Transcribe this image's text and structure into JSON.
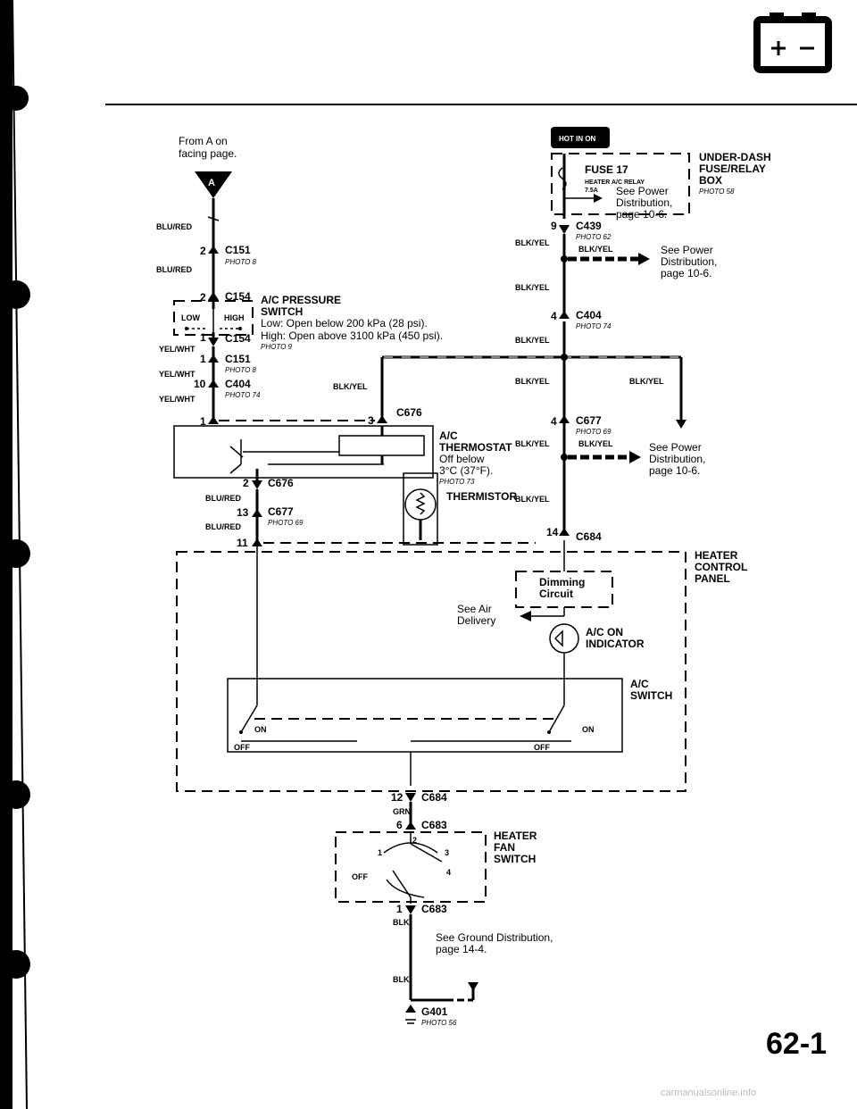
{
  "header": {
    "battery_icon": "battery-icon"
  },
  "source": {
    "from_line1": "From A on",
    "from_line2": "facing page.",
    "connector_letter": "A"
  },
  "hot_badge": "HOT IN ON",
  "fuse_box": {
    "title1": "UNDER-DASH",
    "title2": "FUSE/RELAY",
    "title3": "BOX",
    "photo": "PHOTO 58",
    "fuse": "FUSE 17",
    "fuse_desc": "HEATER A/C RELAY",
    "fuse_rating": "7.5A",
    "see1": "See Power",
    "see2": "Distribution,",
    "see3": "page 10-6."
  },
  "connectors": {
    "c151a": "C151",
    "c151a_photo": "PHOTO 8",
    "c151a_pin": "2",
    "c154a": "C154",
    "c154a_pin": "2",
    "c154b": "C154",
    "c154b_pin": "1",
    "c151b": "C151",
    "c151b_photo": "PHOTO 8",
    "c151b_pin": "1",
    "c404a": "C404",
    "c404a_photo": "PHOTO 74",
    "c404a_pin": "10",
    "c676a": "C676",
    "c676a_pin": "3",
    "c676b": "C676",
    "c676b_pin": "2",
    "c677a": "C677",
    "c677a_photo": "PHOTO 69",
    "c677a_pin": "13",
    "pin11": "11",
    "c439": "C439",
    "c439_photo": "PHOTO 62",
    "c439_pin": "9",
    "c404b": "C404",
    "c404b_photo": "PHOTO 74",
    "c404b_pin": "4",
    "c677b": "C677",
    "c677b_photo": "PHOTO 69",
    "c677b_pin": "4",
    "c684a": "C684",
    "c684a_pin": "14",
    "c684b": "C684",
    "c684b_pin": "12",
    "c683a": "C683",
    "c683a_pin": "6",
    "c683b": "C683",
    "c683b_pin": "1",
    "g401": "G401",
    "g401_photo": "PHOTO 56"
  },
  "wires": {
    "blu_red": "BLU/RED",
    "yel_wht": "YEL/WHT",
    "blk_yel": "BLK/YEL",
    "grn": "GRN",
    "blk": "BLK"
  },
  "pressure_switch": {
    "title1": "A/C PRESSURE",
    "title2": "SWITCH",
    "low": "Low: Open below 200 kPa (28 psi).",
    "high": "High: Open above 3100 kPa (450 psi).",
    "photo": "PHOTO 9",
    "low_tag": "LOW",
    "high_tag": "HIGH"
  },
  "power_note_1": {
    "l1": "See Power",
    "l2": "Distribution,",
    "l3": "page 10-6."
  },
  "power_note_2": {
    "l1": "See Power",
    "l2": "Distribution,",
    "l3": "page 10-6."
  },
  "thermostat": {
    "l1": "A/C",
    "l2": "THERMOSTAT",
    "l3": "Off below",
    "l4": "3°C (37°F).",
    "photo": "PHOTO 73"
  },
  "thermistor": "THERMISTOR",
  "heater_panel": {
    "l1": "HEATER",
    "l2": "CONTROL",
    "l3": "PANEL"
  },
  "dimming": {
    "l1": "Dimming",
    "l2": "Circuit"
  },
  "air_delivery": {
    "l1": "See Air",
    "l2": "Delivery"
  },
  "indicator": {
    "l1": "A/C ON",
    "l2": "INDICATOR"
  },
  "ac_switch": {
    "l1": "A/C",
    "l2": "SWITCH",
    "on": "ON",
    "off": "OFF"
  },
  "fan_switch": {
    "l1": "HEATER",
    "l2": "FAN",
    "l3": "SWITCH",
    "p1": "1",
    "p2": "2",
    "p3": "3",
    "p4": "4",
    "off": "OFF"
  },
  "ground_note": {
    "l1": "See Ground Distribution,",
    "l2": "page 14-4."
  },
  "page_number": "62-1",
  "footer": "carmanualsonline.info"
}
